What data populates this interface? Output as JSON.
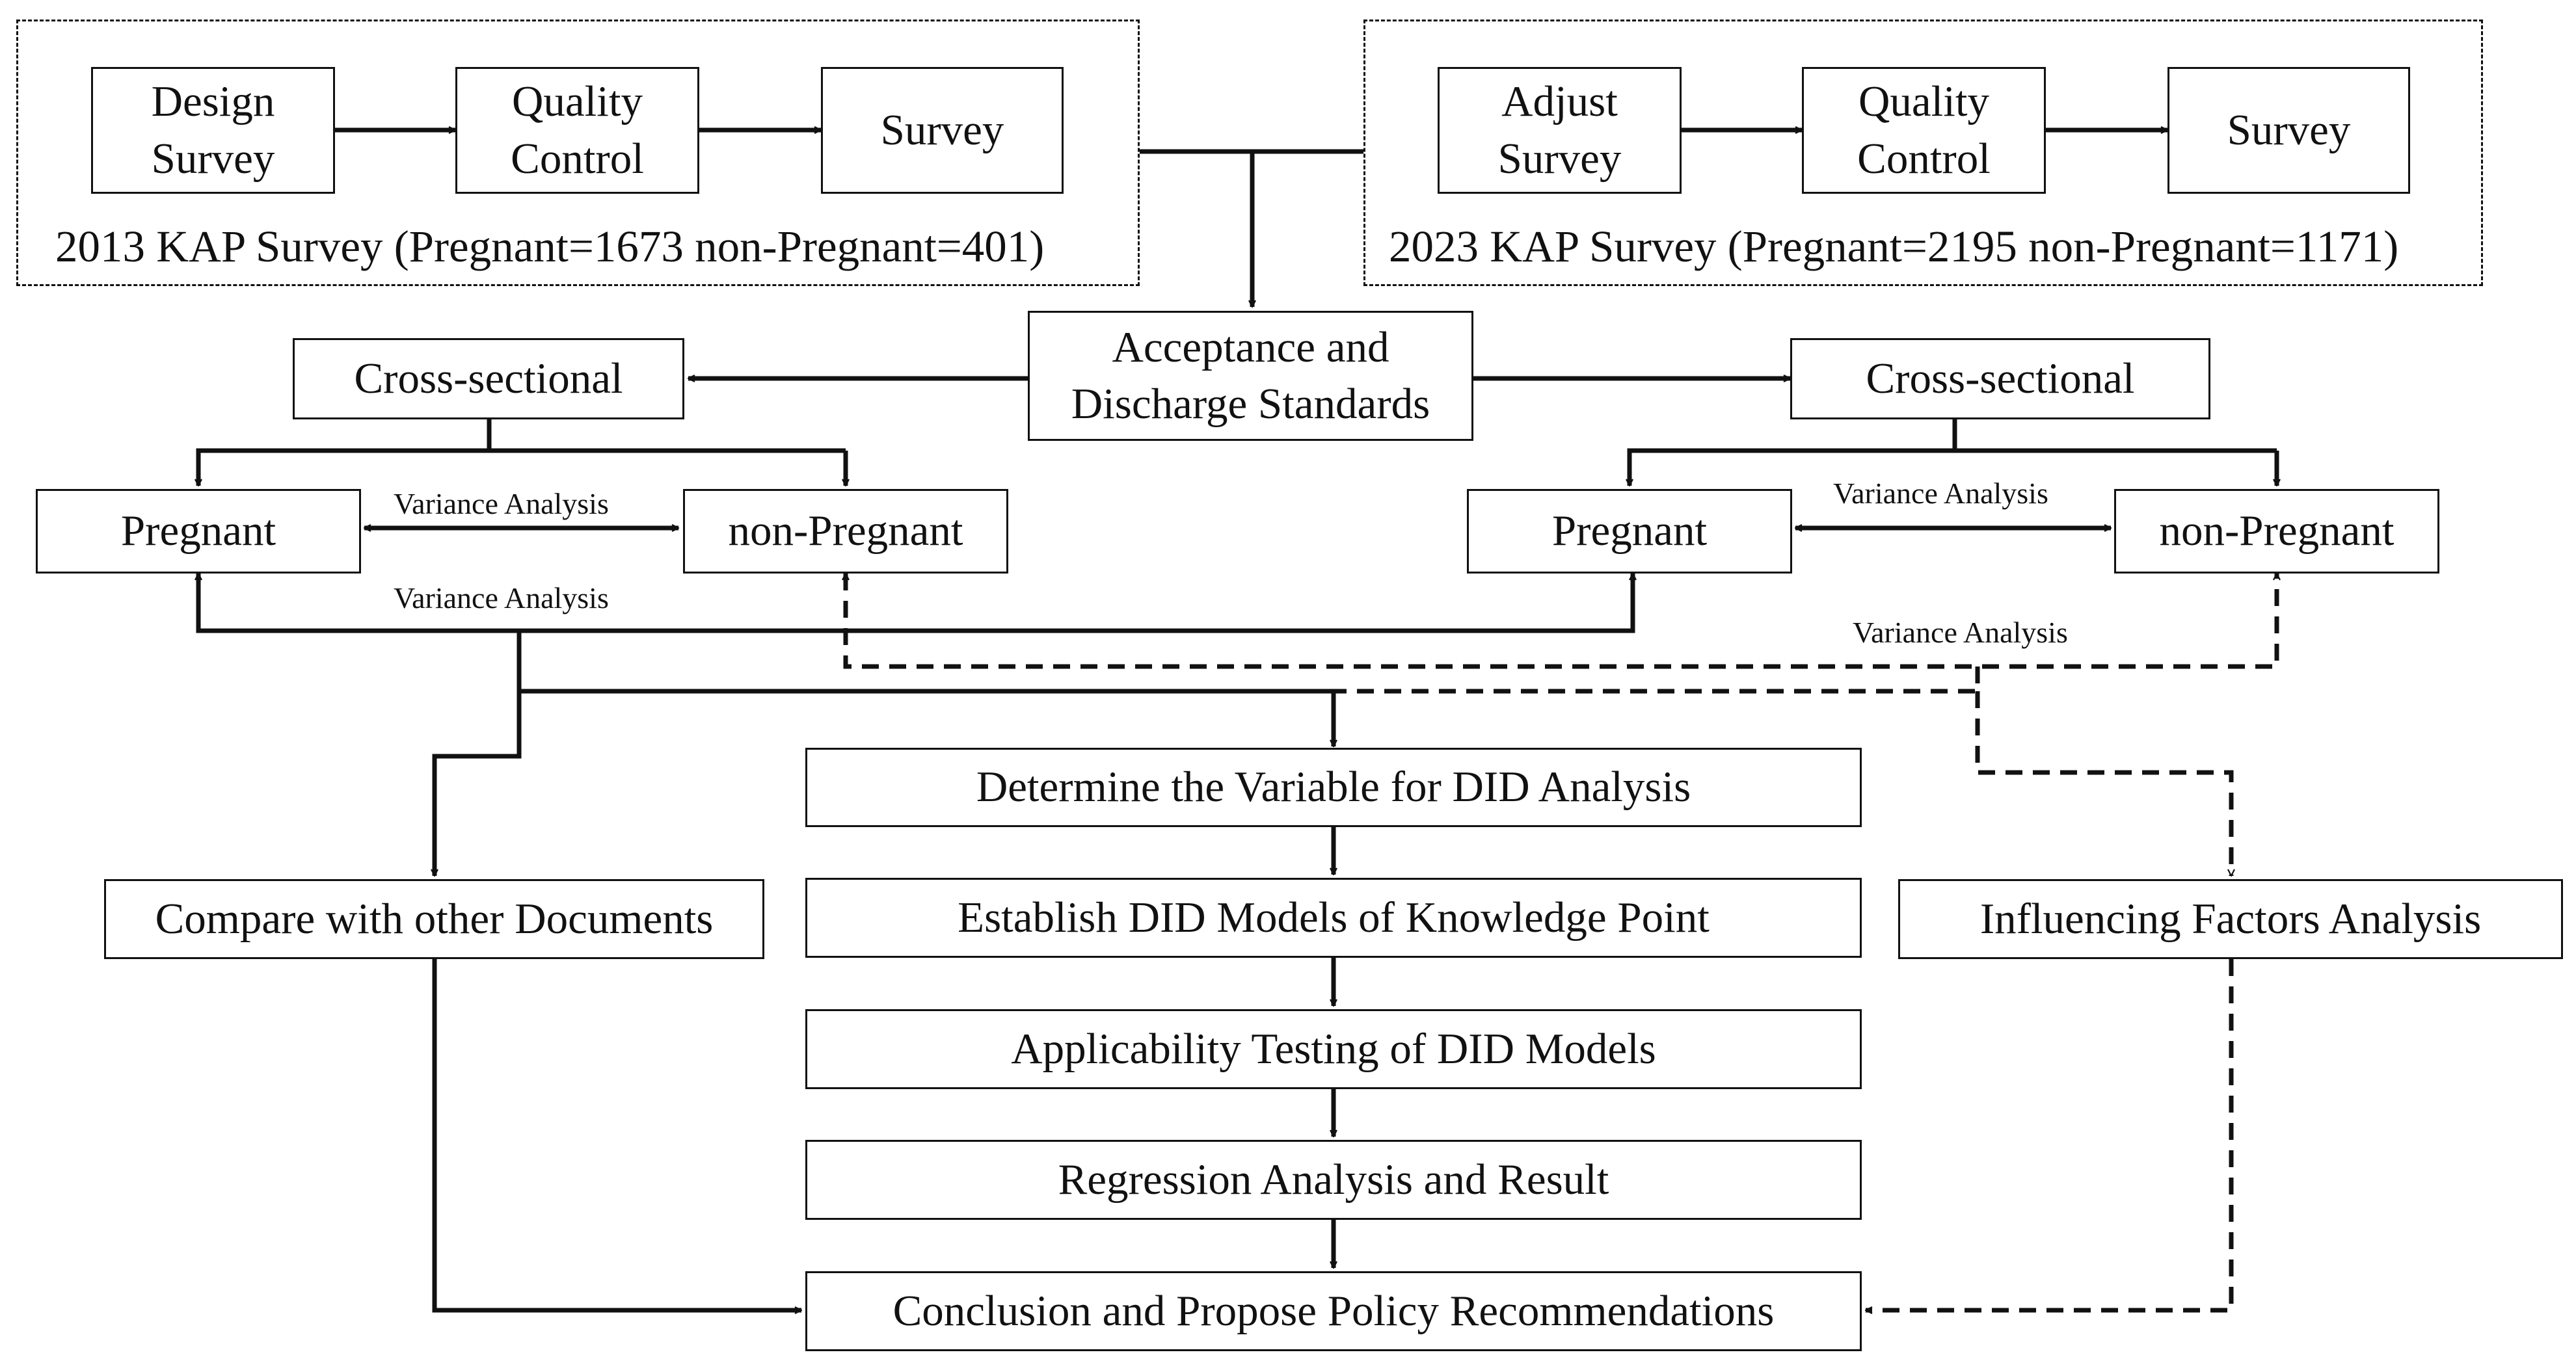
{
  "survey_2013": {
    "steps": [
      "Design\nSurvey",
      "Quality\nControl",
      "Survey"
    ],
    "caption": "2013 KAP Survey (Pregnant=1673 non-Pregnant=401)"
  },
  "survey_2023": {
    "steps": [
      "Adjust\nSurvey",
      "Quality\nControl",
      "Survey"
    ],
    "caption": "2023 KAP Survey (Pregnant=2195 non-Pregnant=1171)"
  },
  "acceptance": "Acceptance and\nDischarge Standards",
  "left_branch": {
    "cross": "Cross-sectional",
    "pregnant": "Pregnant",
    "non_pregnant": "non-Pregnant",
    "variance": "Variance Analysis"
  },
  "right_branch": {
    "cross": "Cross-sectional",
    "pregnant": "Pregnant",
    "non_pregnant": "non-Pregnant",
    "variance": "Variance Analysis"
  },
  "cross_variance_solid": "Variance Analysis",
  "cross_variance_dashed": "Variance Analysis",
  "did_steps": [
    "Determine the Variable for DID Analysis",
    "Establish DID Models of Knowledge Point",
    "Applicability Testing of DID Models",
    "Regression Analysis and Result",
    "Conclusion and Propose Policy Recommendations"
  ],
  "compare": "Compare with other Documents",
  "influencing": "Influencing Factors Analysis"
}
